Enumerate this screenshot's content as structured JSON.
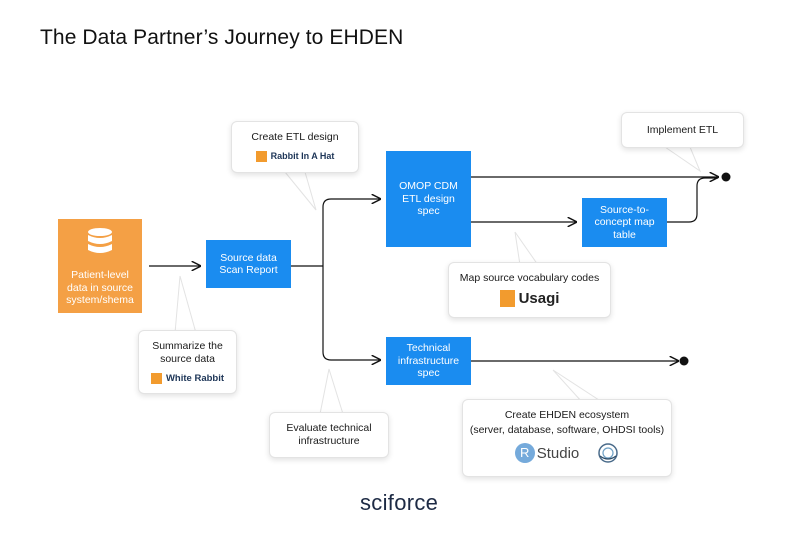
{
  "title": "The Data Partner’s Journey to EHDEN",
  "nodes": {
    "patient": "Patient-level data in source system/shema",
    "scan_report": "Source data Scan Report",
    "omop": "OMOP CDM ETL design spec",
    "s2c": "Source-to-concept map table",
    "tech": "Technical infrastructure spec"
  },
  "callouts": {
    "etl_design": "Create ETL design",
    "implement": "Implement ETL",
    "summarize": "Summarize the source data",
    "evaluate": "Evaluate technical infrastructure",
    "map_vocab": "Map source vocabulary codes",
    "ecosystem_title": "Create EHDEN ecosystem",
    "ecosystem_sub": "(server, database, software, OHDSI tools)"
  },
  "tools": {
    "rabbit_in_a_hat": "Rabbit In A Hat",
    "white_rabbit": "White Rabbit",
    "usagi": "Usagi",
    "rstudio_r": "R",
    "rstudio": "Studio"
  },
  "brand": "sciforce",
  "colors": {
    "blue": "#1a8cf0",
    "orange": "#f4a045"
  }
}
